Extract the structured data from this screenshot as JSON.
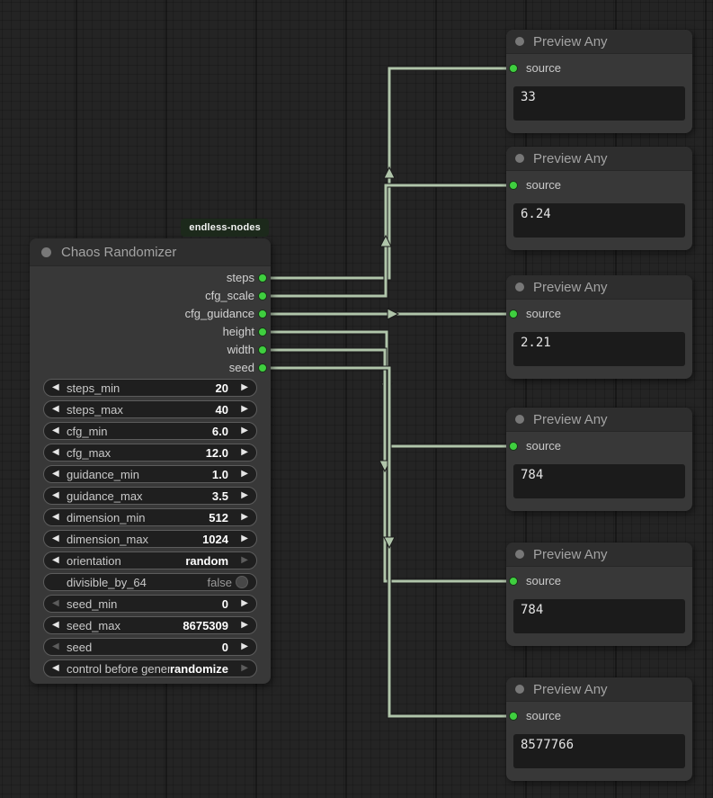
{
  "colors": {
    "wire": "#b0c5aa",
    "output_dot_green": "#3fcf3f",
    "title_dot_gray": "#787878",
    "badge_bg": "#1c291b",
    "node_body": "#383838",
    "node_title": "#2e2e2e"
  },
  "badge": {
    "label": "endless-nodes"
  },
  "chaos_node": {
    "title": "Chaos Randomizer",
    "outputs": [
      {
        "name": "steps"
      },
      {
        "name": "cfg_scale"
      },
      {
        "name": "cfg_guidance"
      },
      {
        "name": "height"
      },
      {
        "name": "width"
      },
      {
        "name": "seed"
      }
    ],
    "widgets": [
      {
        "label": "steps_min",
        "value": "20",
        "type": "number"
      },
      {
        "label": "steps_max",
        "value": "40",
        "type": "number"
      },
      {
        "label": "cfg_min",
        "value": "6.0",
        "type": "number"
      },
      {
        "label": "cfg_max",
        "value": "12.0",
        "type": "number"
      },
      {
        "label": "guidance_min",
        "value": "1.0",
        "type": "number"
      },
      {
        "label": "guidance_max",
        "value": "3.5",
        "type": "number"
      },
      {
        "label": "dimension_min",
        "value": "512",
        "type": "number"
      },
      {
        "label": "dimension_max",
        "value": "1024",
        "type": "number"
      },
      {
        "label": "orientation",
        "value": "random",
        "type": "combo",
        "right_dim": true
      },
      {
        "label": "divisible_by_64",
        "value": "false",
        "type": "toggle"
      },
      {
        "label": "seed_min",
        "value": "0",
        "type": "number",
        "left_dim": true
      },
      {
        "label": "seed_max",
        "value": "8675309",
        "type": "number"
      },
      {
        "label": "seed",
        "value": "0",
        "type": "number",
        "left_dim": true
      },
      {
        "label": "control before generate",
        "value": "randomize",
        "type": "combo",
        "right_dim": true
      }
    ]
  },
  "preview_nodes": [
    {
      "title": "Preview Any",
      "input_label": "source",
      "value": "33"
    },
    {
      "title": "Preview Any",
      "input_label": "source",
      "value": "6.24"
    },
    {
      "title": "Preview Any",
      "input_label": "source",
      "value": "2.21"
    },
    {
      "title": "Preview Any",
      "input_label": "source",
      "value": "784"
    },
    {
      "title": "Preview Any",
      "input_label": "source",
      "value": "784"
    },
    {
      "title": "Preview Any",
      "input_label": "source",
      "value": "8577766"
    }
  ]
}
